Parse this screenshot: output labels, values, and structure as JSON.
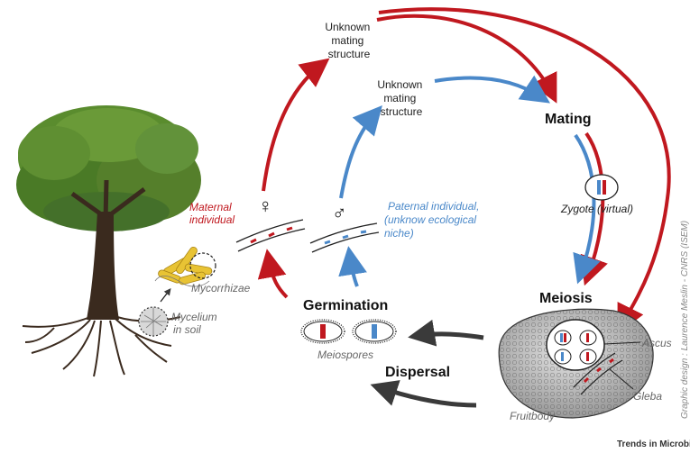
{
  "labels": {
    "unknown_top": [
      "Unknown",
      "mating",
      "structure"
    ],
    "unknown_mid": [
      "Unknown",
      "mating",
      "structure"
    ],
    "mating": "Mating",
    "zygote": "Zygote (virtual)",
    "meiosis": "Meiosis",
    "ascus": "Ascus",
    "gleba": "Gleba",
    "fruitbody": "Fruitbody",
    "germination": "Germination",
    "meiospores": "Meiospores",
    "dispersal": "Dispersal",
    "maternal": [
      "Maternal",
      "individual"
    ],
    "paternal": [
      "Paternal individual,",
      "(unknow ecological",
      "niche)"
    ],
    "mycorrhizae": "Mycorrhizae",
    "mycelium": [
      "Mycelium",
      "in soil"
    ],
    "female_symbol": "♀",
    "male_symbol": "♂",
    "credit": "Graphic design : Laurence Meslin - CNRS (ISEM)",
    "journal": "Trends in Microbiology"
  },
  "colors": {
    "maternal": "#c0181f",
    "paternal": "#4a88c9",
    "dispersal": "#3a3a3a",
    "tree_green": "#4f7f2a",
    "trunk": "#3a2a1e"
  },
  "icons": {
    "tree": "oak-tree-icon",
    "truffle": "truffle-fruitbody-icon"
  }
}
